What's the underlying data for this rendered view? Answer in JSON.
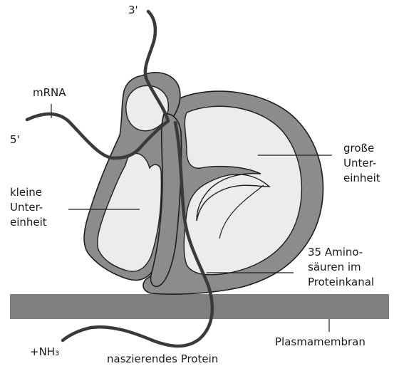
{
  "labels": {
    "three_prime": "3'",
    "five_prime": "5'",
    "mrna": "mRNA",
    "large_subunit": [
      "große",
      "Unter-",
      "einheit"
    ],
    "small_subunit": [
      "kleine",
      "Unter-",
      "einheit"
    ],
    "channel": [
      "35 Amino-",
      "säuren im",
      "Proteinkanal"
    ],
    "membrane": "Plasmamembran",
    "nh3": "+NH₃",
    "nascent_protein": "naszierendes Protein"
  },
  "colors": {
    "subunit_outer": "#8c8c8c",
    "subunit_inner": "#ececec",
    "membrane": "#7f7f7f",
    "strand": "#3a3a3a"
  }
}
